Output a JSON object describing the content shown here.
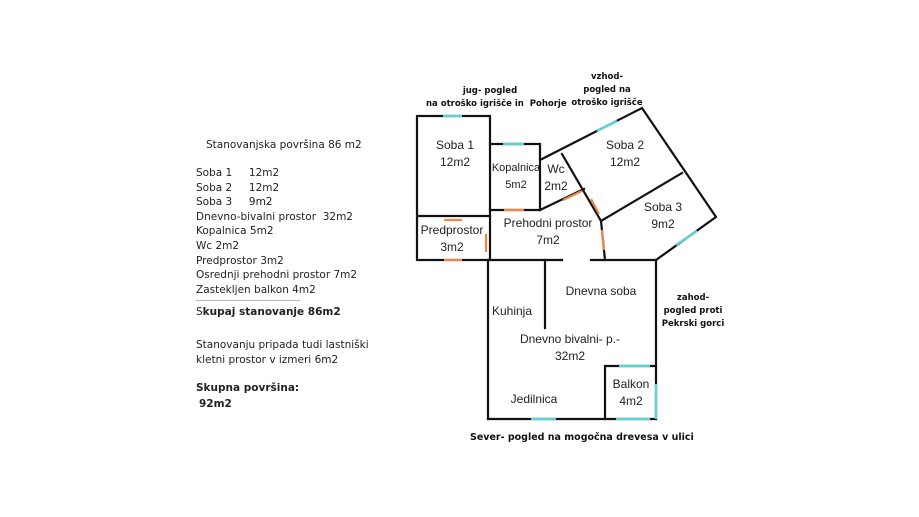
{
  "summary": {
    "title": "Stanovanjska površina 86 m2",
    "items": [
      "Soba 1     12m2",
      "Soba 2     12m2",
      "Soba 3     9m2",
      "Dnevno-bivalni prostor  32m2",
      "Kopalnica 5m2",
      "Wc 2m2",
      "Predprostor 3m2",
      "Osrednji prehodni prostor 7m2",
      "Zastekljen balkon 4m2"
    ],
    "total_prefix": "S",
    "total_rest": "kupaj stanovanje 86m2",
    "extra_line1": "Stanovanju pripada tudi lastniški",
    "extra_line2": "kletni prostor v izmeri 6m2",
    "grand_line1": "Skupna površina:",
    "grand_line2": "92m2"
  },
  "directions": {
    "south_line1": "jug- pogled",
    "south_line2": "na otroško igrišče in  Pohorje",
    "east_line1": "vzhod-",
    "east_line2": "pogled na",
    "east_line3": "otroško igrišče",
    "west_line1": "zahod-",
    "west_line2": "pogled proti",
    "west_line3": "Pekrski gorci",
    "north": "Sever- pogled na mogočna drevesa v ulici"
  },
  "rooms": {
    "soba1": {
      "name": "Soba 1",
      "area": "12m2"
    },
    "kopalnica": {
      "name": "Kopalnica",
      "area": "5m2"
    },
    "wc": {
      "name": "Wc",
      "area": "2m2"
    },
    "soba2": {
      "name": "Soba 2",
      "area": "12m2"
    },
    "soba3": {
      "name": "Soba 3",
      "area": "9m2"
    },
    "predprostor": {
      "name": "Predprostor",
      "area": "3m2"
    },
    "prehodni": {
      "name": "Prehodni prostor",
      "area": "7m2"
    },
    "dnevna_soba": {
      "name": "Dnevna soba"
    },
    "kuhinja": {
      "name": "Kuhinja"
    },
    "dnevno_bivalni": {
      "name": "Dnevno bivalni- p.-",
      "area": "32m2"
    },
    "jedilnica": {
      "name": "Jedilnica"
    },
    "balkon": {
      "name": "Balkon",
      "area": "4m2"
    }
  },
  "colors": {
    "wall": "#111111",
    "window": "#5fd3d3",
    "door": "#e8894a"
  }
}
